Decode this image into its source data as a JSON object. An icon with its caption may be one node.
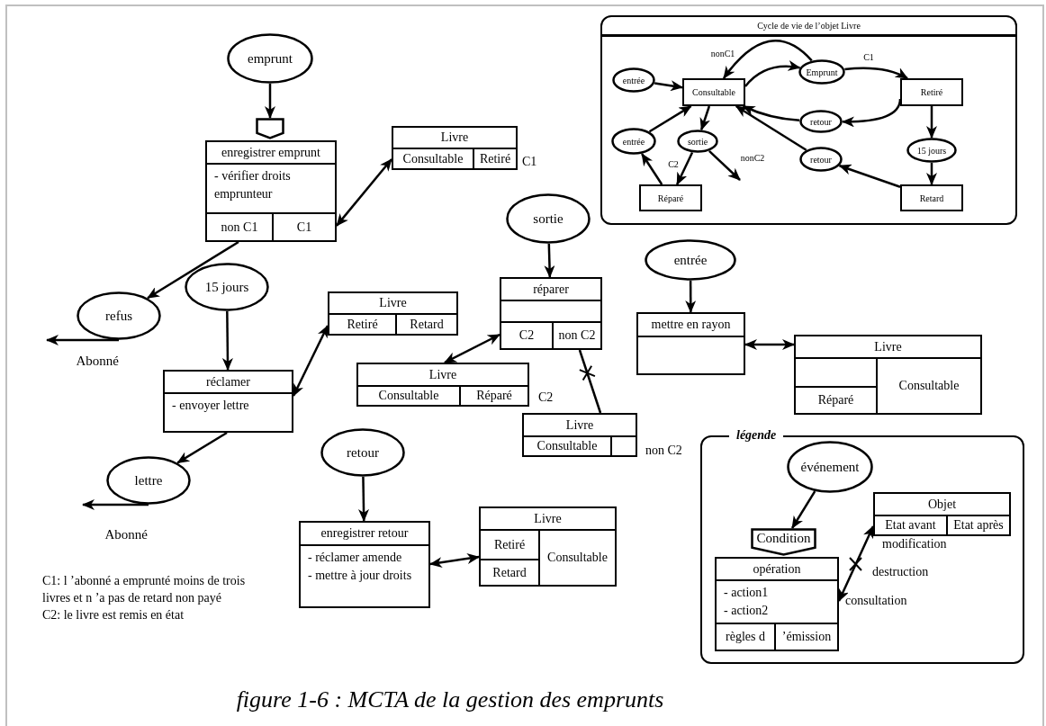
{
  "diagram": {
    "caption": "figure 1-6 : MCTA de la gestion des emprunts",
    "nodes": [
      {
        "text": [
          "emprunt"
        ]
      },
      {
        "text": [],
        "shape": "pentagon"
      },
      {
        "text": [
          "enregistrer emprunt",
          "- vérifier droits emprunteur",
          "non C1",
          "C1"
        ]
      },
      {
        "text": [
          "Livre",
          "Consultable",
          "Retiré"
        ],
        "beside": [
          "C1"
        ]
      },
      {
        "text": [
          "refus"
        ]
      },
      {
        "text": [
          "Abonné"
        ]
      },
      {
        "text": [
          "15 jours"
        ]
      },
      {
        "text": [
          "réclamer",
          "- envoyer lettre"
        ]
      },
      {
        "text": [
          "Livre",
          "Retiré",
          "Retard"
        ]
      },
      {
        "text": [
          "lettre"
        ]
      },
      {
        "text": [
          "Abonné"
        ]
      },
      {
        "text": [
          "sortie"
        ]
      },
      {
        "text": [
          "réparer",
          "C2",
          "non C2"
        ]
      },
      {
        "text": [
          "Livre",
          "Consultable",
          "Réparé"
        ],
        "beside": [
          "C2"
        ]
      },
      {
        "text": [
          "Livre",
          "Consultable"
        ],
        "beside": [
          "non C2"
        ]
      },
      {
        "text": [
          "entrée"
        ]
      },
      {
        "text": [
          "mettre en rayon"
        ]
      },
      {
        "text": [
          "Livre",
          "Réparé",
          "Consultable"
        ]
      },
      {
        "text": [
          "retour"
        ]
      },
      {
        "text": [
          "enregistrer retour",
          "- réclamer amende",
          "- mettre à jour droits"
        ]
      },
      {
        "text": [
          "Livre",
          "Retiré",
          "Retard",
          "Consultable"
        ]
      },
      {
        "text": [
          "Cycle de vie de l’objet Livre"
        ]
      },
      {
        "text": [
          "entrée"
        ],
        "in": 21
      },
      {
        "text": [
          "Consultable"
        ],
        "in": 21
      },
      {
        "text": [
          "Emprunt"
        ],
        "in": 21
      },
      {
        "text": [
          "Retiré"
        ],
        "in": 21
      },
      {
        "text": [
          "retour"
        ],
        "in": 21
      },
      {
        "text": [
          "entrée"
        ],
        "in": 21
      },
      {
        "text": [
          "sortie"
        ],
        "in": 21
      },
      {
        "text": [
          "retour"
        ],
        "in": 21
      },
      {
        "text": [
          "15 jours"
        ],
        "in": 21
      },
      {
        "text": [
          "Réparé"
        ],
        "in": 21
      },
      {
        "text": [
          "Retard"
        ],
        "in": 21
      },
      {
        "text": [
          "légende"
        ]
      },
      {
        "text": [
          "événement"
        ],
        "in": 33
      },
      {
        "text": [
          "Condition"
        ],
        "in": 33
      },
      {
        "text": [
          "opération",
          "- action1",
          "- action2",
          "règles d",
          "’émission"
        ],
        "in": 33
      },
      {
        "text": [
          "Objet",
          "Etat avant",
          "Etat après"
        ],
        "in": 33
      }
    ],
    "edges": [
      {
        "from": 0,
        "to": 1,
        "arrow": "to"
      },
      {
        "from": 2,
        "to": 3,
        "arrow": "both"
      },
      {
        "from": 2,
        "to": 4,
        "arrow": "to"
      },
      {
        "from": 4,
        "to": 5,
        "arrow": "to"
      },
      {
        "from": 6,
        "to": 7,
        "arrow": "to"
      },
      {
        "from": 7,
        "to": 8,
        "arrow": "both"
      },
      {
        "from": 7,
        "to": 9,
        "arrow": "to"
      },
      {
        "from": 9,
        "to": 10,
        "arrow": "to"
      },
      {
        "from": 11,
        "to": 12,
        "arrow": "to"
      },
      {
        "from": 12,
        "to": 13,
        "arrow": "both"
      },
      {
        "from": 12,
        "to": 14,
        "arrow": "other"
      },
      {
        "from": 15,
        "to": 16,
        "arrow": "to"
      },
      {
        "from": 16,
        "to": 17,
        "arrow": "both"
      },
      {
        "from": 18,
        "to": 19,
        "arrow": "to"
      },
      {
        "from": 19,
        "to": 20,
        "arrow": "both"
      },
      {
        "from": 22,
        "to": 23,
        "arrow": "to"
      },
      {
        "from": 24,
        "to": 23,
        "arrow": "to",
        "label": "nonC1"
      },
      {
        "from": 23,
        "to": 24,
        "arrow": "to"
      },
      {
        "from": 24,
        "to": 25,
        "arrow": "to",
        "label": "C1"
      },
      {
        "from": 25,
        "to": 26,
        "arrow": "to"
      },
      {
        "from": 26,
        "to": 23,
        "arrow": "to"
      },
      {
        "from": 23,
        "to": 28,
        "arrow": "to"
      },
      {
        "from": 28,
        "to": 31,
        "arrow": "to",
        "label": "C2"
      },
      {
        "from": 28,
        "to": null,
        "arrow": "to",
        "label": "nonC2"
      },
      {
        "from": 31,
        "to": 27,
        "arrow": "to"
      },
      {
        "from": 27,
        "to": 23,
        "arrow": "to"
      },
      {
        "from": 25,
        "to": 30,
        "arrow": "to"
      },
      {
        "from": 30,
        "to": 32,
        "arrow": "to"
      },
      {
        "from": 32,
        "to": 29,
        "arrow": "to"
      },
      {
        "from": 29,
        "to": 23,
        "arrow": "to"
      },
      {
        "from": 34,
        "to": 35,
        "arrow": "to"
      },
      {
        "from": 36,
        "to": 37,
        "arrow": "both"
      }
    ],
    "labels": [
      "modification",
      "destruction",
      "consultation",
      "C1: l ’abonné a emprunté moins de trois livres et n ’a pas de retard non payé",
      "C2: le livre est remis en état"
    ]
  }
}
